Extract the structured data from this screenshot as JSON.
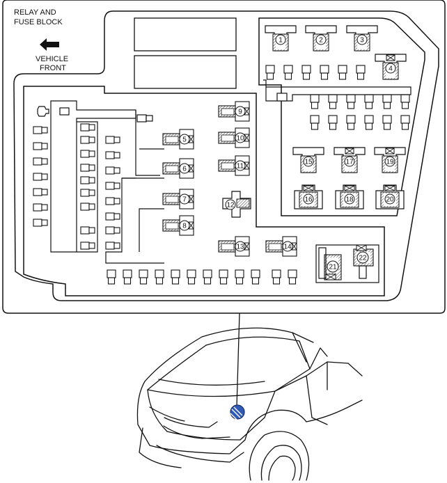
{
  "title_lines": [
    "RELAY AND",
    "FUSE BLOCK"
  ],
  "front_label_lines": [
    "VEHICLE",
    "FRONT"
  ],
  "callouts": [
    "1",
    "2",
    "3",
    "4",
    "5",
    "6",
    "7",
    "8",
    "9",
    "10",
    "11",
    "12",
    "13",
    "14",
    "15",
    "16",
    "17",
    "18",
    "19",
    "20",
    "21",
    "22"
  ],
  "colors": {
    "line": "#111111",
    "hatch": "#555555",
    "marker": "#2f5bb7",
    "marker_ring": "#1a2f66"
  }
}
